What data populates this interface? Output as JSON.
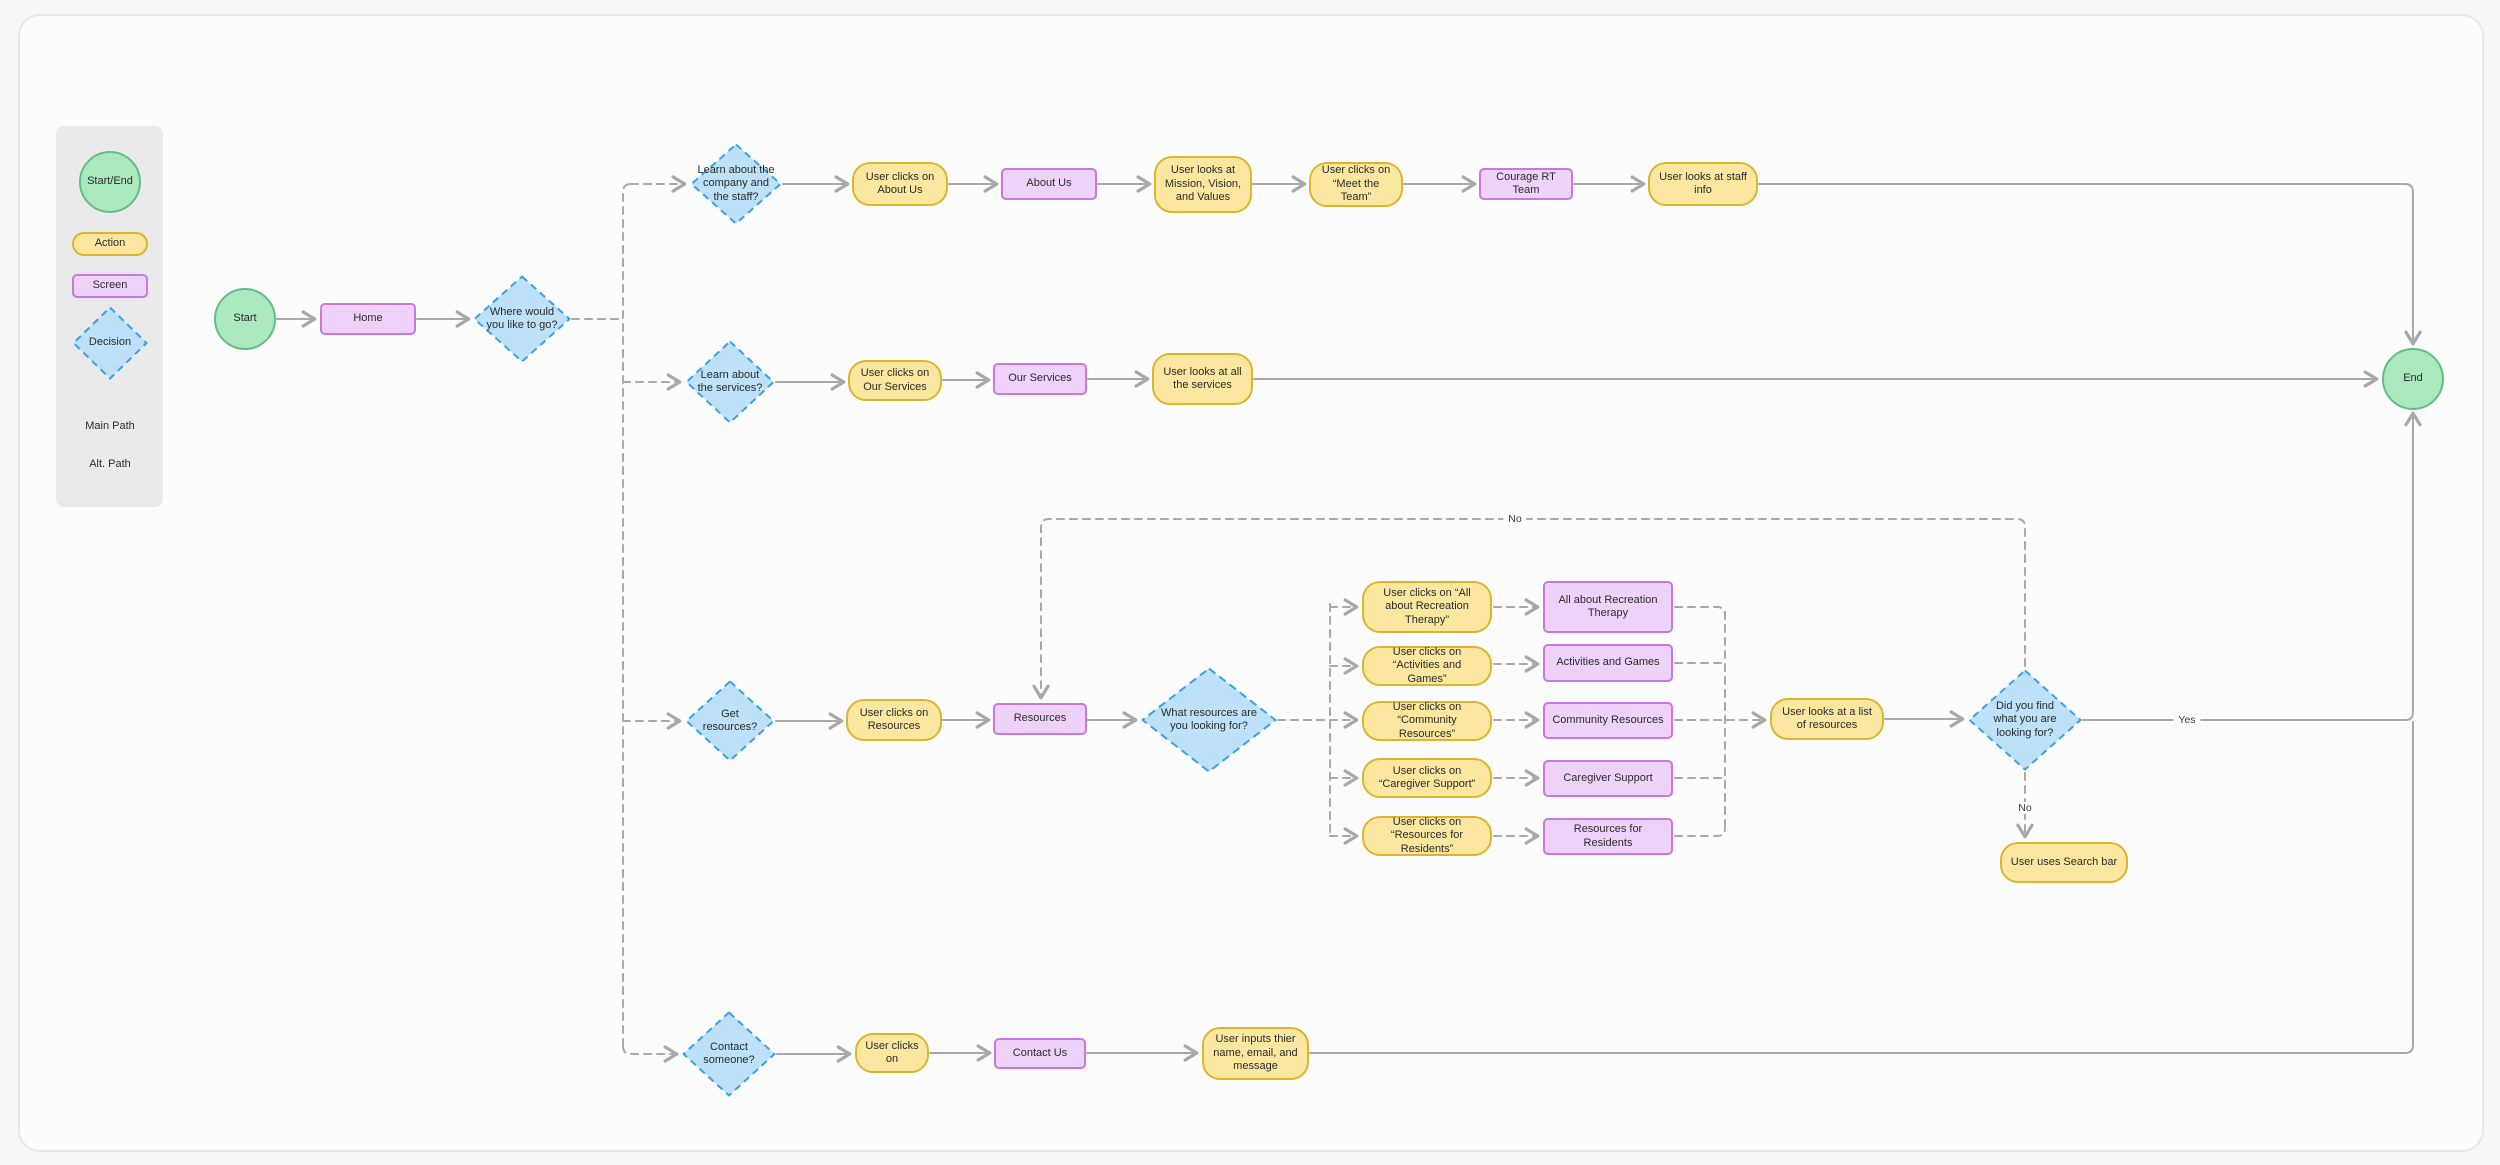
{
  "legend": {
    "start_end": "Start/End",
    "action": "Action",
    "screen": "Screen",
    "decision": "Decision",
    "main_path": "Main Path",
    "alt_path": "Alt. Path"
  },
  "nodes": {
    "start": "Start",
    "home": "Home",
    "where": "Where would you like to go?",
    "learn_company": "Learn about the company and the staff?",
    "click_about": "User clicks on About Us",
    "about_us": "About Us",
    "mission": "User looks at Mission, Vision, and Values",
    "meet_team": "User clicks on “Meet the Team”",
    "courage": "Courage RT Team",
    "staff_info": "User looks at staff info",
    "learn_services": "Learn about the services?",
    "click_services": "User clicks on Our Services",
    "our_services": "Our Services",
    "all_services": "User looks at all the services",
    "get_resources": "Get resources?",
    "click_resources": "User clicks on Resources",
    "resources": "Resources",
    "what_resources": "What resources are you looking for?",
    "click_all_rt": "User clicks on “All about Recreation Therapy”",
    "all_rt": "All about Recreation Therapy",
    "click_games": "User clicks on “Activities and Games”",
    "games": "Activities and Games",
    "click_community": "User clicks on “Community Resources”",
    "community": "Community Resources",
    "click_caregiver": "User clicks on “Caregiver Support”",
    "caregiver": "Caregiver Support",
    "click_residents": "User clicks on “Resources for Residents”",
    "residents": "Resources for Residents",
    "list_resources": "User looks at a list of resources",
    "found": "Did you find what you are looking for?",
    "search": "User uses Search bar",
    "contact": "Contact someone?",
    "click_contact": "User clicks on",
    "contact_us": "Contact Us",
    "inputs": "User inputs thier name, email, and message",
    "end": "End"
  },
  "edge_labels": {
    "yes": "Yes",
    "no_loop": "No",
    "no_down": "No"
  },
  "colors": {
    "action_fill": "#fbe7a0",
    "action_stroke": "#dcb52e",
    "screen_fill": "#efd2f9",
    "screen_stroke": "#c977e3",
    "decision_fill": "#bce1f8",
    "decision_stroke": "#3ba0e8",
    "terminal_fill": "#abe8be",
    "terminal_stroke": "#60bd86",
    "connector": "#a8a8a8"
  }
}
